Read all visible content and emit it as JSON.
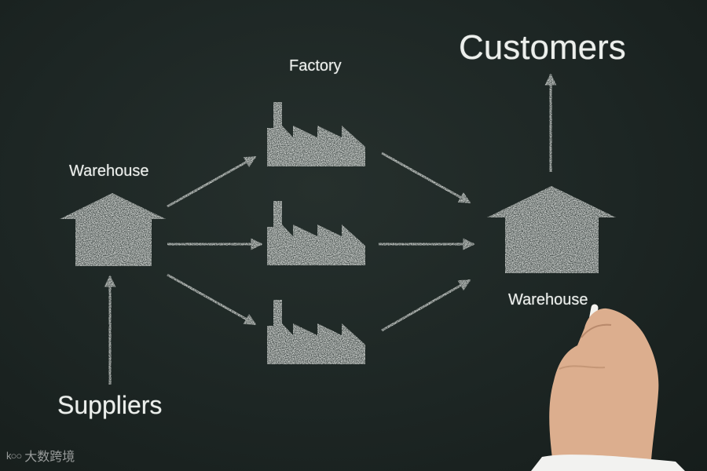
{
  "diagram": {
    "factory_label": "Factory",
    "left_warehouse_label": "Warehouse",
    "right_warehouse_label": "Warehouse",
    "customers_label": "Customers",
    "suppliers_label": "Suppliers",
    "factories": [
      {
        "id": "factory-top"
      },
      {
        "id": "factory-middle"
      },
      {
        "id": "factory-bottom"
      }
    ],
    "flows": [
      {
        "from": "suppliers",
        "to": "left-warehouse"
      },
      {
        "from": "left-warehouse",
        "to": "factory-top"
      },
      {
        "from": "left-warehouse",
        "to": "factory-middle"
      },
      {
        "from": "left-warehouse",
        "to": "factory-bottom"
      },
      {
        "from": "factory-top",
        "to": "right-warehouse"
      },
      {
        "from": "factory-middle",
        "to": "right-warehouse"
      },
      {
        "from": "factory-bottom",
        "to": "right-warehouse"
      },
      {
        "from": "right-warehouse",
        "to": "customers"
      }
    ]
  },
  "watermark": {
    "mark": "k○○",
    "text": "大数跨境"
  },
  "colors": {
    "board": "#1f2826",
    "chalk": "#e4e7e4"
  }
}
